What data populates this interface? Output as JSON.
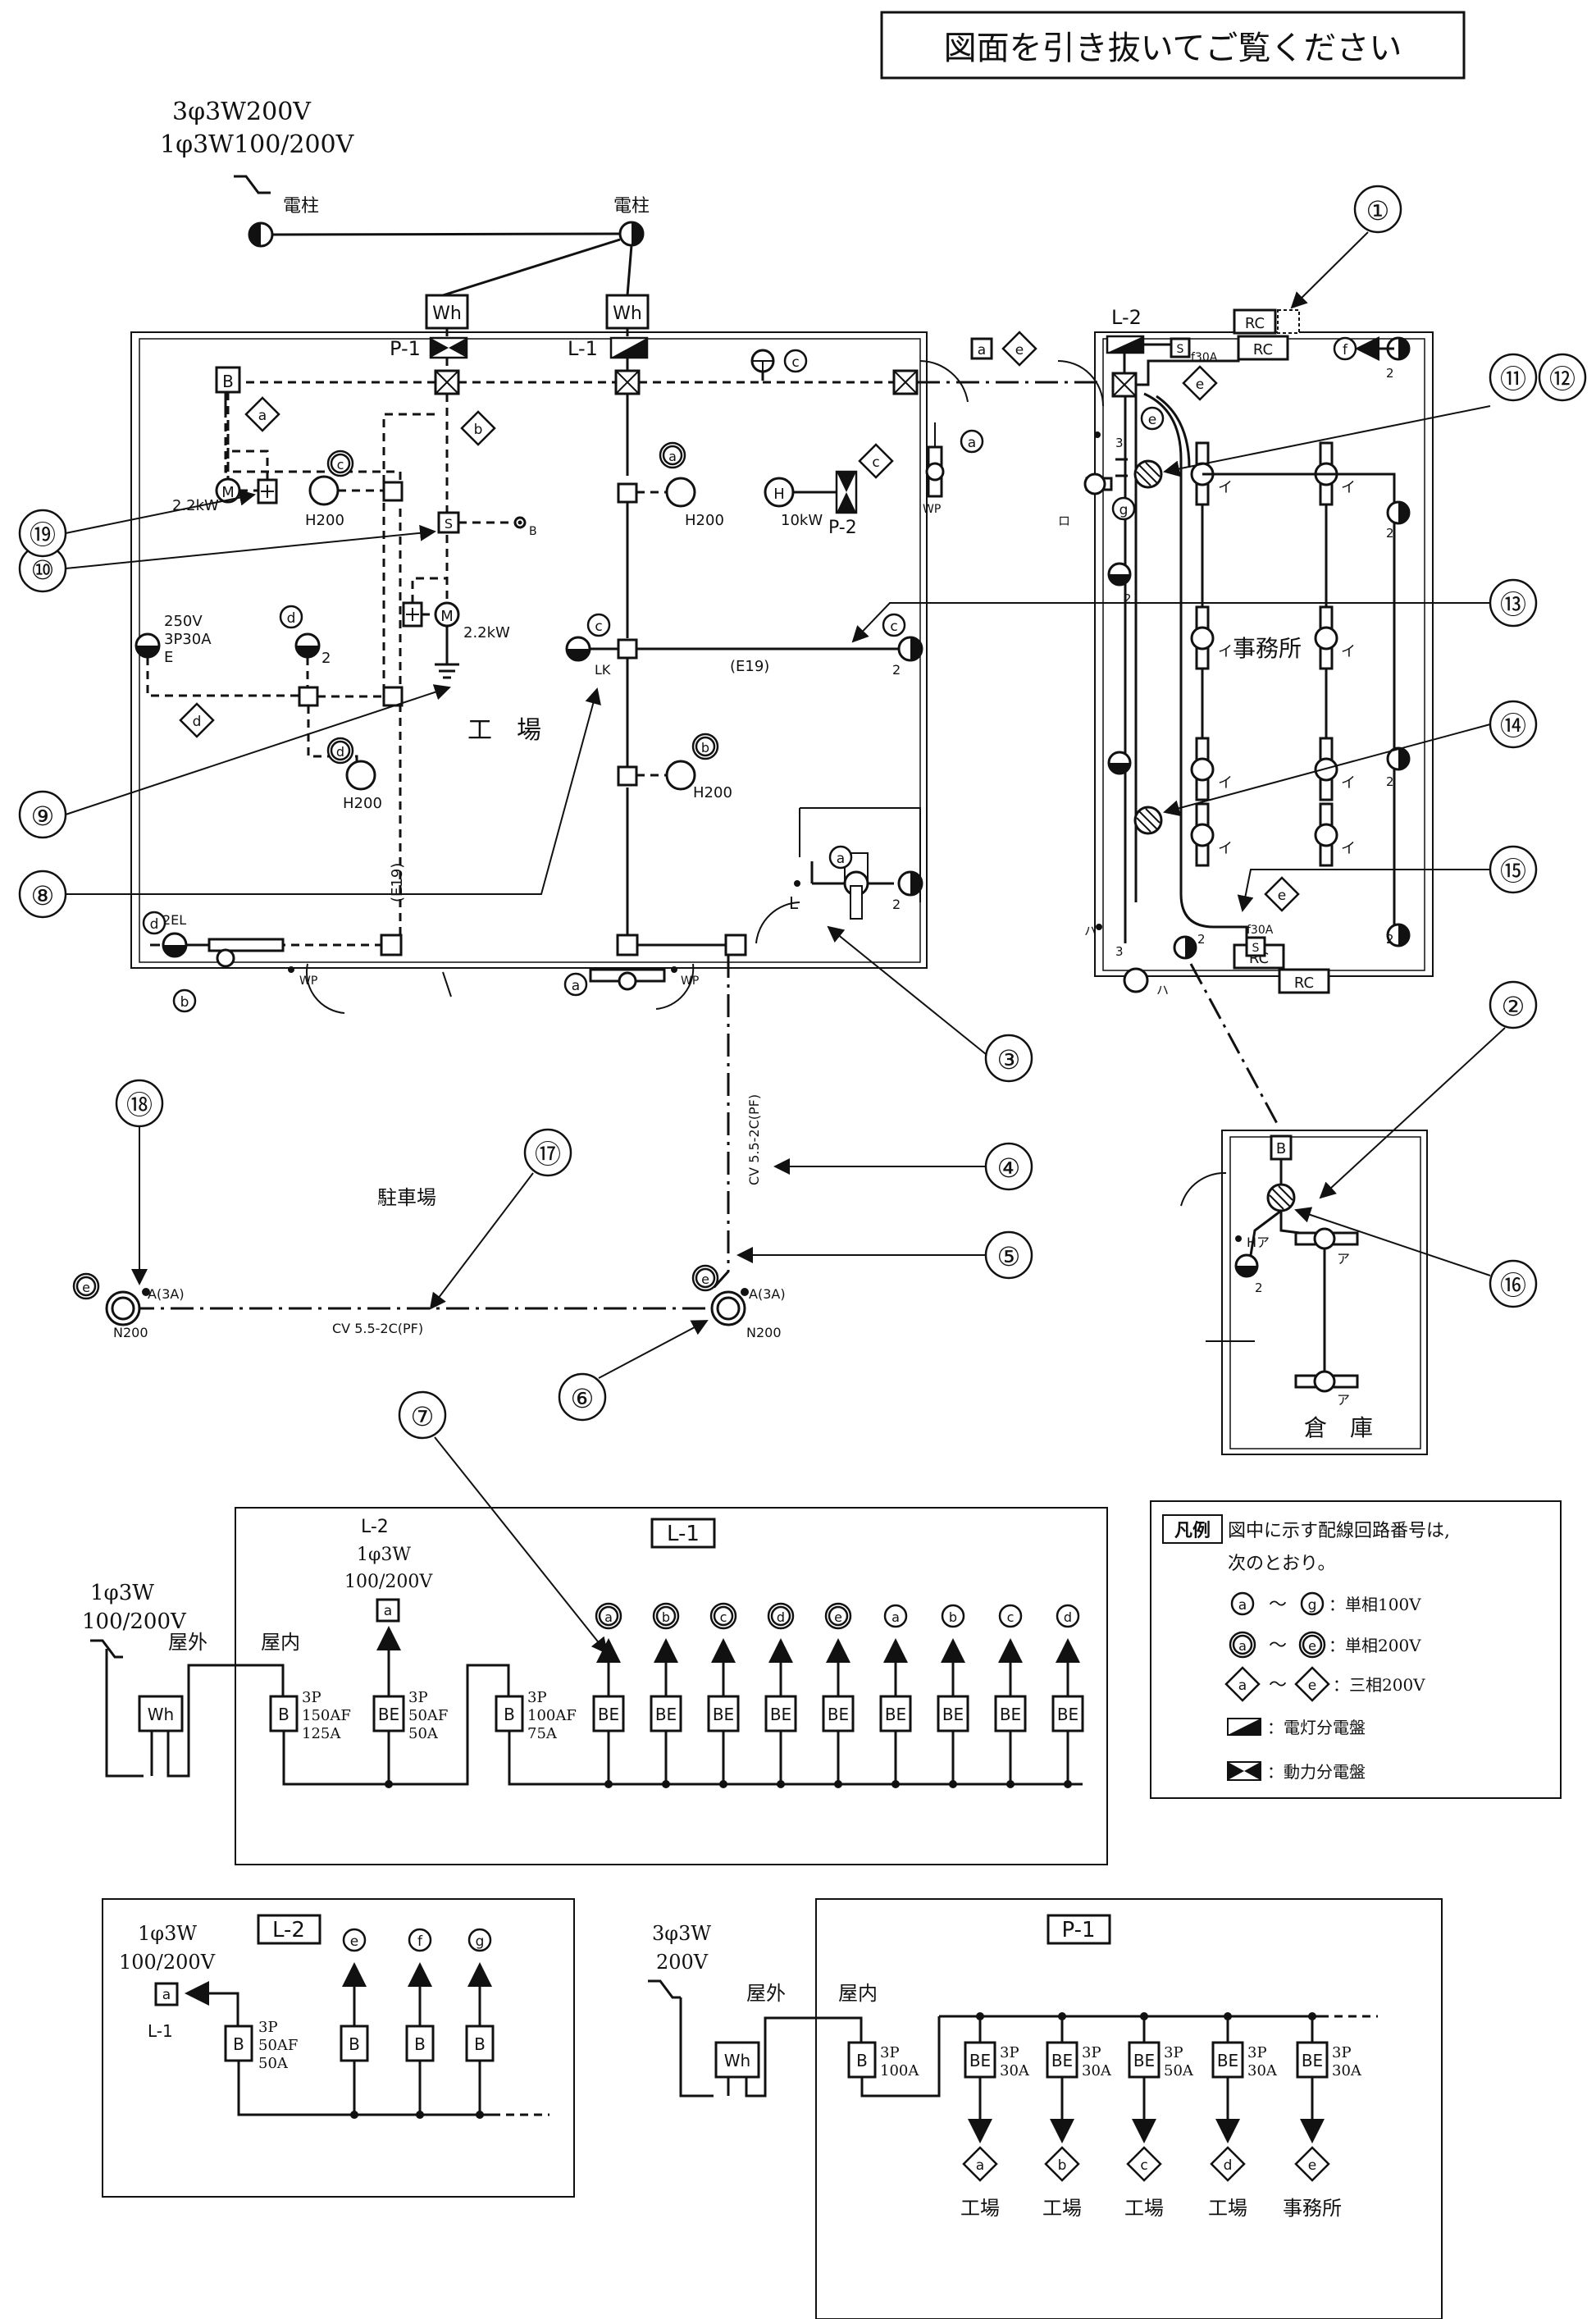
{
  "header_note": "図面を引き抜いてご覧ください",
  "supply": {
    "line1": "3φ3W200V",
    "line2": "1φ3W100/200V",
    "pole": "電柱"
  },
  "panels": {
    "wh": "Wh",
    "p1": "P-1",
    "l1": "L-1",
    "l2": "L-2",
    "p2": "P-2",
    "rc": "RC"
  },
  "rooms": {
    "factory": "工　場",
    "office": "事務所",
    "parking": "駐車場",
    "warehouse": "倉　庫"
  },
  "labels": {
    "m_kw": "2.2kW",
    "h200": "H200",
    "h10kw": "10kW",
    "h_sym": "H",
    "m_sym": "M",
    "s_sym": "S",
    "b_sym": "B",
    "outlet_250": "250V",
    "outlet_3p30a": "3P30A",
    "outlet_e": "E",
    "two": "2",
    "three": "3",
    "lk": "LK",
    "e19": "(E19)",
    "wp": "WP",
    "el2": "2EL",
    "l_sw": "L",
    "f30a": "f30A",
    "i_kana": "イ",
    "ro_kana": "ロ",
    "ha_kana": "ハ",
    "a_kana": "ア",
    "ha_a": "Hア",
    "cv_vertical": "CV 5.5-2C(PF)",
    "cv_horizontal": "CV 5.5-2C(PF)",
    "a3a": "A(3A)",
    "n200": "N200"
  },
  "circuits": {
    "a": "a",
    "b": "b",
    "c": "c",
    "d": "d",
    "e": "e",
    "f": "f",
    "g": "g"
  },
  "callouts": [
    "①",
    "②",
    "③",
    "④",
    "⑤",
    "⑥",
    "⑦",
    "⑧",
    "⑨",
    "⑩",
    "⑪",
    "⑫",
    "⑬",
    "⑭",
    "⑮",
    "⑯",
    "⑰",
    "⑱",
    "⑲"
  ],
  "l1_diagram": {
    "title": "L-1",
    "supply": "1φ3W\n100/200V",
    "outdoor": "屋外",
    "indoor": "屋内",
    "l2_label": "L-2\n1φ3W\n100/200V",
    "main_breaker": "3P\n150AF\n125A",
    "l2_breaker": "3P\n50AF\n50A",
    "sub_breaker": "3P\n100AF\n75A",
    "branches": [
      "a",
      "b",
      "c",
      "d",
      "e",
      "a",
      "b",
      "c",
      "d"
    ]
  },
  "legend": {
    "title": "凡例",
    "desc": "図中に示す配線回路番号は,",
    "desc2": "次のとおり。",
    "row1": "：単相100V",
    "row2": "：単相200V",
    "row3": "：三相200V",
    "row4": "：電灯分電盤",
    "row5": "：動力分電盤",
    "tilde": "～"
  },
  "l2_diagram": {
    "title": "L-2",
    "supply": "1φ3W\n100/200V",
    "breaker": "3P\n50AF\n50A",
    "from": "L-1",
    "branches": [
      "e",
      "f",
      "g"
    ]
  },
  "p1_diagram": {
    "title": "P-1",
    "supply": "3φ3W\n200V",
    "outdoor": "屋外",
    "indoor": "屋内",
    "main_breaker": "3P\n100A",
    "branch_ratings": [
      "3P\n30A",
      "3P\n30A",
      "3P\n50A",
      "3P\n30A",
      "3P\n30A"
    ],
    "branches": [
      "a",
      "b",
      "c",
      "d",
      "e"
    ],
    "dests": [
      "工場",
      "工場",
      "工場",
      "工場",
      "事務所"
    ]
  },
  "breaker_labels": {
    "b": "B",
    "be": "BE"
  }
}
